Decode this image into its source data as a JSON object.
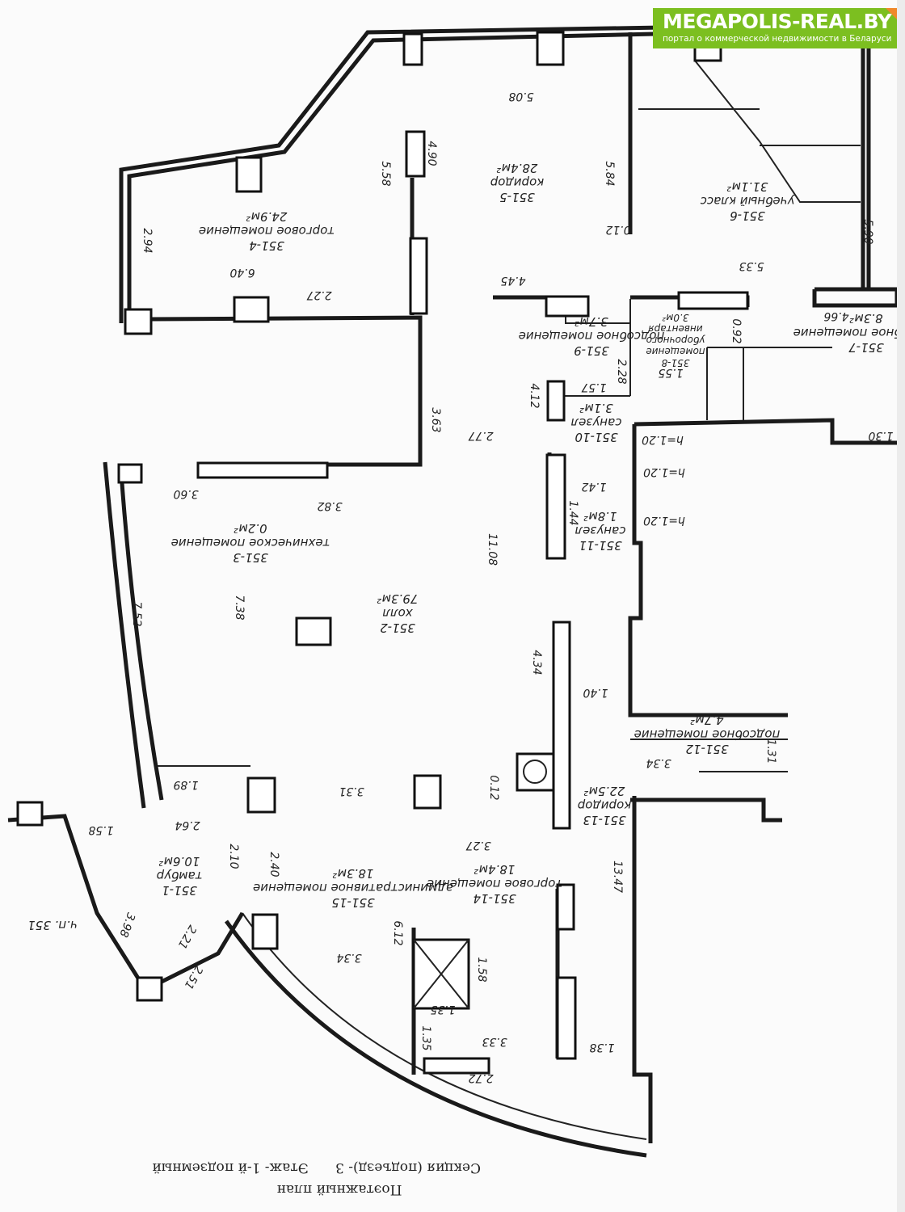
{
  "logo": {
    "name": "MEGAPOLIS-REAL.BY",
    "tagline": "портал о коммерческой недвижимости в Беларуси",
    "color": "#7cbf20"
  },
  "title": {
    "line1": "Поэтажный план",
    "section": "Секция (подъезд)- 3",
    "floor": "Этаж- 1-й подземный"
  },
  "rooms": [
    {
      "id": "351-4",
      "name": "торговое помещение",
      "area": "24.9м²"
    },
    {
      "id": "351-5",
      "name": "коридор",
      "area": "28.4м²"
    },
    {
      "id": "351-6",
      "name": "учебный класс",
      "area": "31.1м²"
    },
    {
      "id": "351-7",
      "name": "подсобное помещение",
      "area": "8.3м²"
    },
    {
      "id": "351-8",
      "name": "помещение уборочного инвентаря",
      "area": "3.0м²"
    },
    {
      "id": "351-9",
      "name": "подсобное помещение",
      "area": "3.7м²"
    },
    {
      "id": "351-10",
      "name": "санузел",
      "area": "3.1м²"
    },
    {
      "id": "351-11",
      "name": "санузел",
      "area": "1.8м²"
    },
    {
      "id": "351-3",
      "name": "техническое помещение",
      "area": "0.2м²"
    },
    {
      "id": "351-2",
      "name": "холл",
      "area": "79.3м²"
    },
    {
      "id": "351-12",
      "name": "подсобное помещение",
      "area": "4.7м²"
    },
    {
      "id": "351-13",
      "name": "коридор",
      "area": "22.5м²"
    },
    {
      "id": "351-14",
      "name": "торговое помещение",
      "area": "18.4м²"
    },
    {
      "id": "351-15",
      "name": "административное помещение",
      "area": "18.3м²"
    },
    {
      "id": "351-1",
      "name": "тамбур",
      "area": "10.6м²"
    }
  ],
  "other_label": "ч.п. 351",
  "dims": [
    "5.08",
    "4.90",
    "5.58",
    "5.84",
    "2.94",
    "6.40",
    "2.27",
    "0.12",
    "4.45",
    "5.33",
    "5.90",
    "4.66",
    "0.92",
    "2.28",
    "1.57",
    "1.55",
    "4.12",
    "3.63",
    "2.77",
    "h=1.20",
    "1.30",
    "3.60",
    "3.82",
    "1.42",
    "h=1.20",
    "1.44",
    "h=1.20",
    "11.08",
    "7.52",
    "7.38",
    "4.34",
    "1.40",
    "1.31",
    "3.34",
    "1.89",
    "3.31",
    "0.12",
    "2.64",
    "1.58",
    "3.27",
    "13.47",
    "2.10",
    "2.40",
    "6.12",
    "3.98",
    "2.21",
    "1.58",
    "3.34",
    "2.51",
    "1.35",
    "1.35",
    "3.33",
    "1.38",
    "2.72"
  ]
}
